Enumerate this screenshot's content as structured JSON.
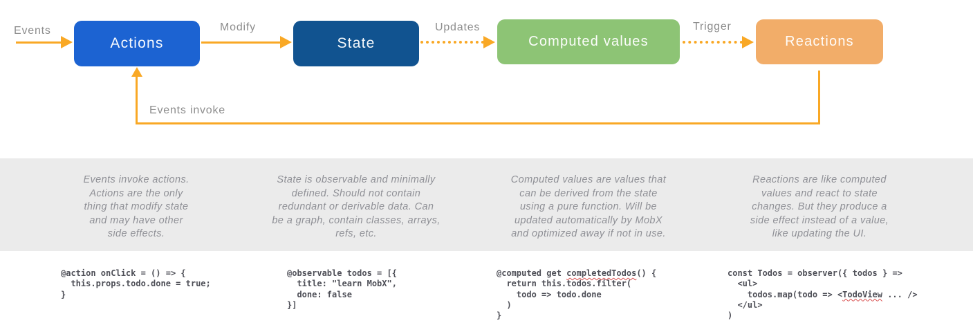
{
  "diagram": {
    "labels": {
      "events": "Events",
      "modify": "Modify",
      "updates": "Updates",
      "trigger": "Trigger",
      "events_invoke": "Events invoke"
    },
    "nodes": [
      {
        "id": "actions",
        "label": "Actions",
        "color": "#1C63D2"
      },
      {
        "id": "state",
        "label": "State",
        "color": "#115390"
      },
      {
        "id": "computed",
        "label": "Computed values",
        "color": "#8DC475"
      },
      {
        "id": "reactions",
        "label": "Reactions",
        "color": "#F2AD69"
      }
    ],
    "arrow_color": "#F9A825",
    "band_color": "#EBEBEB"
  },
  "descriptions": [
    "Events invoke actions.\nActions are the only\nthing that modify state\nand may have other\nside effects.",
    "State is observable and minimally\ndefined. Should not contain\nredundant or derivable data. Can\nbe a graph, contain classes, arrays,\nrefs, etc.",
    "Computed values are values that\ncan be derived from the state\nusing a pure function. Will be\nupdated automatically by MobX\nand optimized away if not in use.",
    "Reactions are like computed\nvalues and react to state\nchanges. But they produce a\nside effect instead of a value,\nlike updating the UI."
  ],
  "code_blocks": [
    {
      "lines": [
        "@action onClick = () => {",
        "  this.props.todo.done = true;",
        "}"
      ]
    },
    {
      "lines": [
        "@observable todos = [{",
        "  title: \"learn MobX\",",
        "  done: false",
        "}]"
      ]
    },
    {
      "lines": [
        "@computed get completedTodos() {",
        "  return this.todos.filter(",
        "    todo => todo.done",
        "  )",
        "}"
      ]
    },
    {
      "lines": [
        "const Todos = observer({ todos } =>",
        "  <ul>",
        "    todos.map(todo => <TodoView ... />",
        "  </ul>",
        ")"
      ]
    }
  ],
  "squiggly_words": [
    "completedTodos",
    "TodoView"
  ]
}
